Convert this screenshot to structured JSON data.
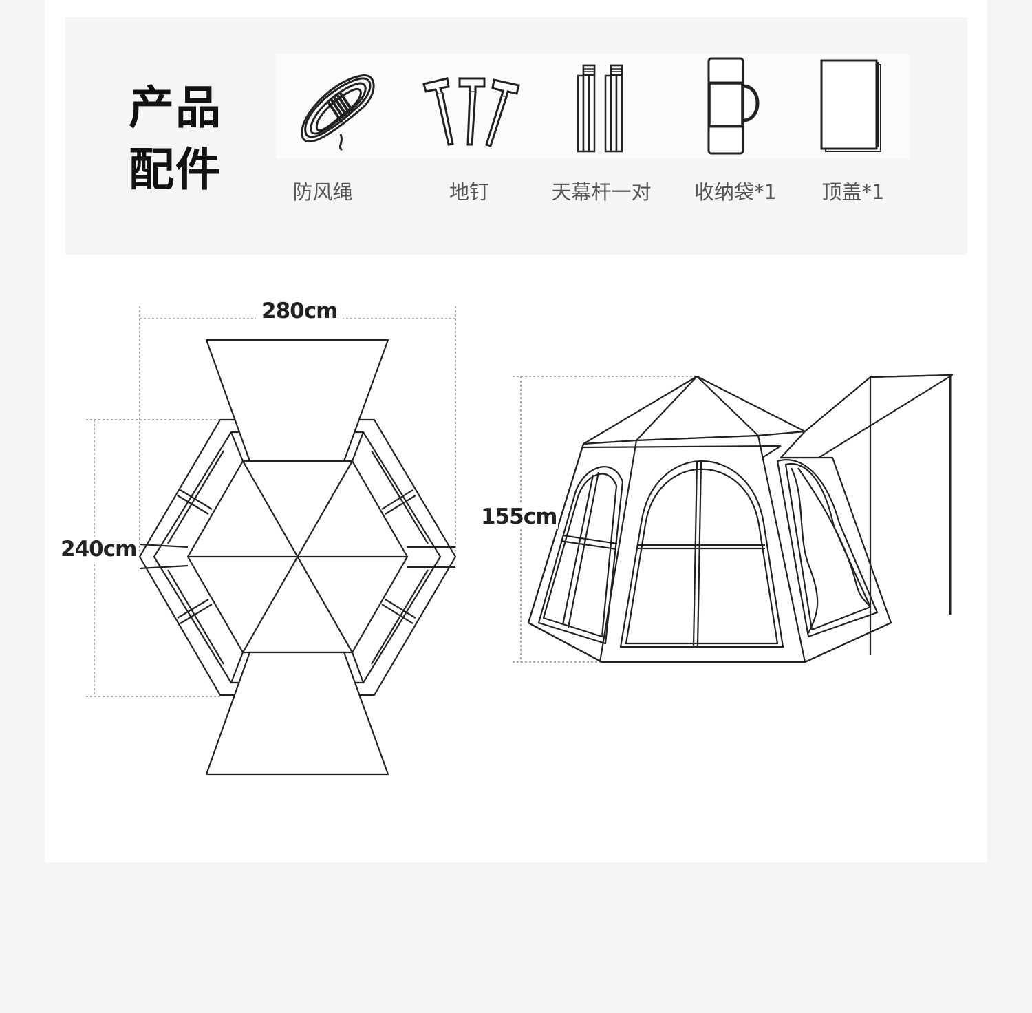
{
  "section_title": {
    "line1": "产品",
    "line2": "配件"
  },
  "accessories": [
    {
      "label": "防风绳",
      "icon": "rope-icon"
    },
    {
      "label": "地钉",
      "icon": "stakes-icon"
    },
    {
      "label": "天幕杆一对",
      "icon": "poles-icon"
    },
    {
      "label": "收纳袋*1",
      "icon": "storage-bag-icon"
    },
    {
      "label": "顶盖*1",
      "icon": "top-cover-icon"
    }
  ],
  "dimensions": {
    "top_width": "280cm",
    "top_depth": "240cm",
    "side_height": "155cm"
  },
  "colors": {
    "line": "#222222",
    "dim_line": "#666666",
    "page_bg": "#f4f4f4",
    "panel_bg": "#f5f5f5"
  }
}
